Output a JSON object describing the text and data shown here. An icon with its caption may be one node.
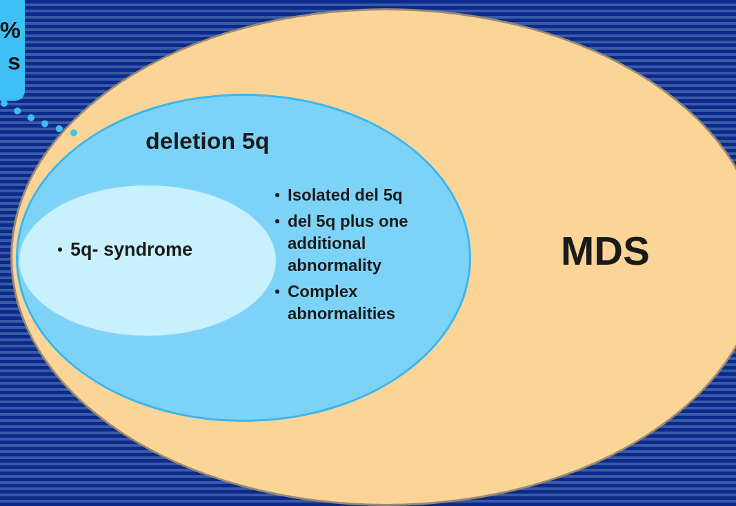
{
  "diagram": {
    "nodes": [
      {
        "text": [
          "%",
          "s"
        ]
      },
      {
        "text": [
          "MDS"
        ]
      },
      {
        "text": [
          "deletion 5q",
          "Isolated del 5q",
          "del 5q plus one additional abnormality",
          "Complex abnormalities"
        ],
        "in": 1
      },
      {
        "text": [
          "5q- syndrome"
        ],
        "in": 2
      }
    ],
    "edges": [
      {
        "from": 0,
        "to": 2,
        "arrow": "none",
        "style": "dashed"
      }
    ]
  }
}
